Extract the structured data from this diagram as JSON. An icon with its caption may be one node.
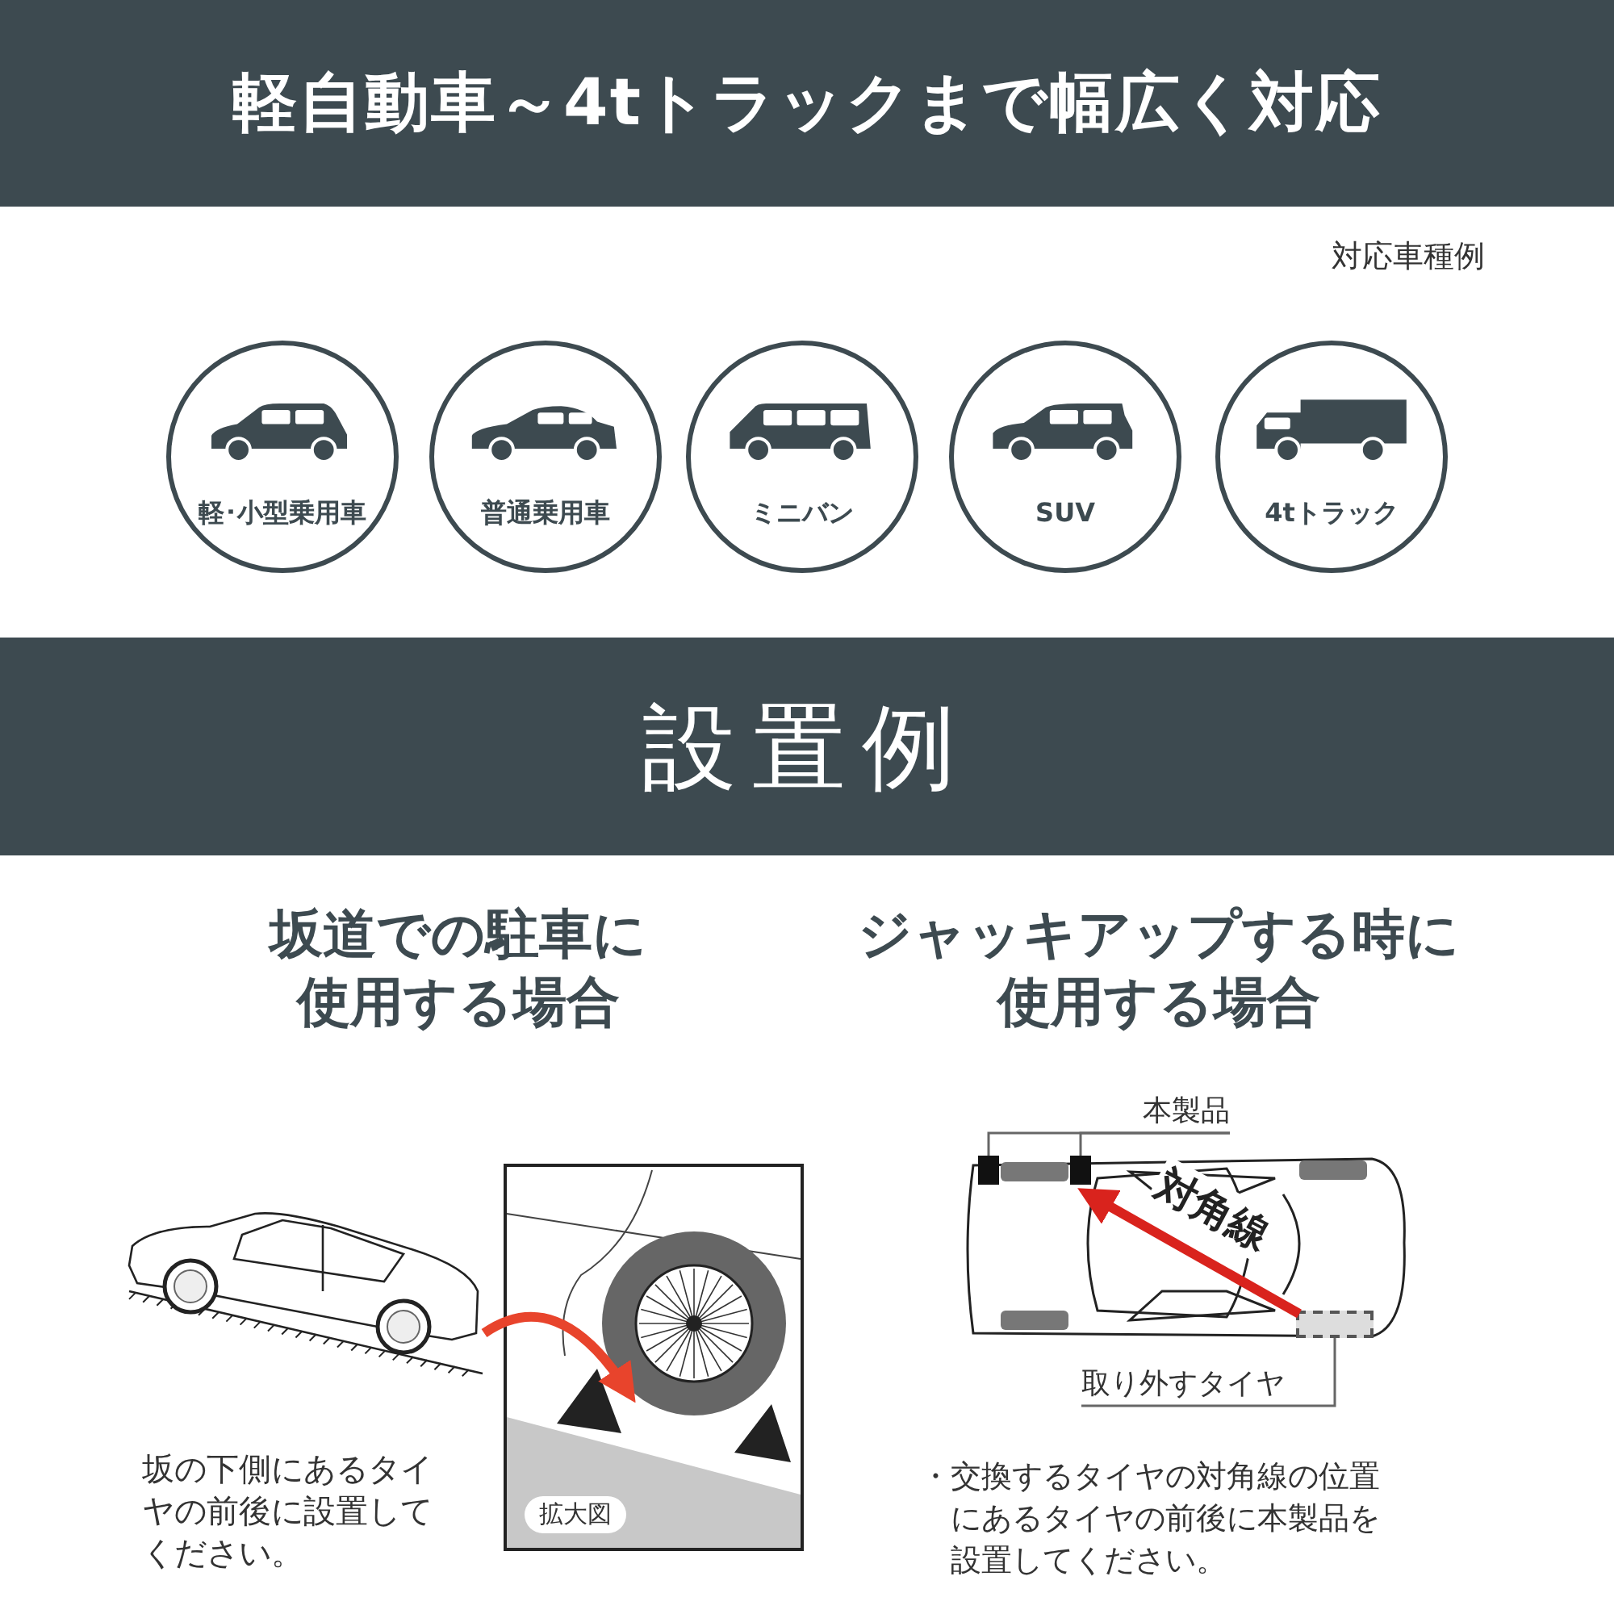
{
  "diagram": {
    "title": "軽自動車～4tトラックまで幅広く対応",
    "nodes": [
      {
        "text": [
          "軽･小型乗用車"
        ]
      },
      {
        "text": [
          "普通乗用車"
        ]
      },
      {
        "text": [
          "ミニバン"
        ]
      },
      {
        "text": [
          "SUV"
        ]
      },
      {
        "text": [
          "4tトラック"
        ]
      },
      {
        "text": [],
        "shape": "picture"
      },
      {
        "text": [],
        "shape": "picture"
      },
      {
        "text": [
          "本製品"
        ]
      },
      {
        "text": [],
        "shape": "box"
      },
      {
        "text": [],
        "shape": "box"
      },
      {
        "text": [
          "取り外すタイヤ"
        ]
      },
      {
        "text": [],
        "shape": "box"
      },
      {
        "text": [
          "拡大図"
        ]
      }
    ],
    "edges": [
      {
        "from": 5,
        "to": 6,
        "arrow": "to",
        "style": "thick",
        "color": "#e8442c"
      },
      {
        "from": 7,
        "to": 8,
        "arrow": "none"
      },
      {
        "from": 7,
        "to": 9,
        "arrow": "none"
      },
      {
        "from": 10,
        "to": 11,
        "arrow": "none"
      },
      {
        "from": 11,
        "to": 9,
        "arrow": "to",
        "label": "対角線",
        "style": "thick",
        "color": "#d9231d"
      }
    ],
    "labels": [
      "対応車種例",
      "設置例",
      "坂道での駐車に使用する場合",
      "ジャッキアップする時に使用する場合",
      "坂の下側にあるタイヤの前後に設置してください。",
      "・交換するタイヤの対角線の位置にあるタイヤの前後に本製品を設置してください。"
    ]
  }
}
